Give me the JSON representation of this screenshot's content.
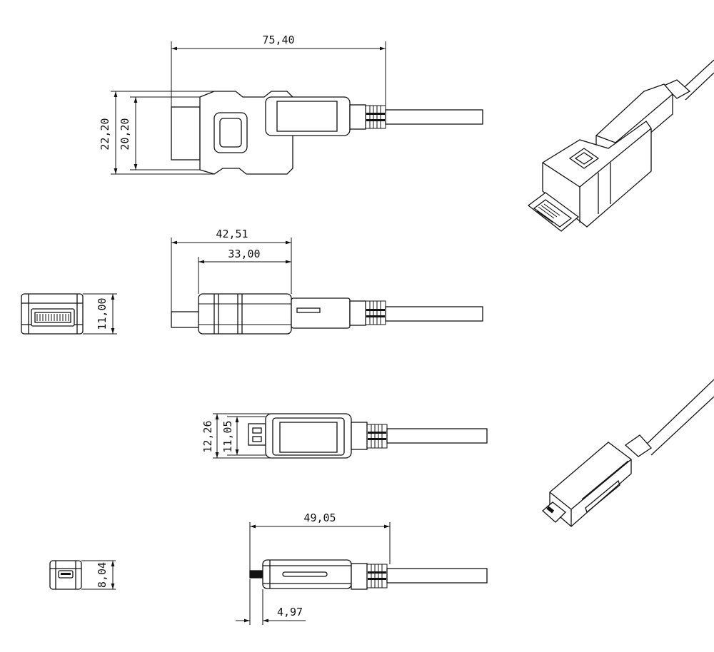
{
  "dimensions": {
    "hdmi_length": "75,40",
    "hdmi_height_outer": "22,20",
    "hdmi_height_inner": "20,20",
    "hdmi_side_length": "42,51",
    "hdmi_side_body": "33,00",
    "hdmi_end_height": "11,00",
    "micro_height_outer": "12,26",
    "micro_height_inner": "11,05",
    "micro_length": "49,05",
    "micro_tip": "4,97",
    "micro_end_height": "8,04"
  }
}
